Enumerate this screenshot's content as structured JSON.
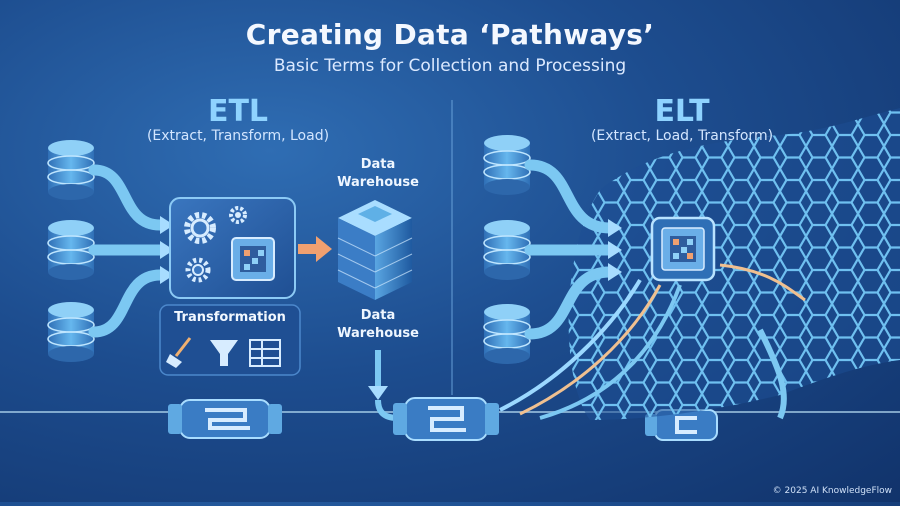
{
  "header": {
    "title": "Creating Data ‘Pathways’",
    "subtitle": "Basic Terms for Collection and Processing"
  },
  "etl": {
    "title": "ETL",
    "subtitle": "(Extract, Transform, Load)",
    "transformation_label": "Transformation",
    "warehouse_label_top": "Data\nWarehouse",
    "warehouse_label_bottom": "Data\nWarehouse"
  },
  "elt": {
    "title": "ELT",
    "subtitle": "(Extract, Load, Transform)"
  },
  "footer": {
    "copyright": "© 2025 AI KnowledgeFlow"
  },
  "colors": {
    "pipe": "#7cc8f2",
    "pipe_dark": "#3d8fcf",
    "accent_orange": "#f0a070",
    "panel": "#2a5ea6"
  },
  "icons": [
    "database-icon",
    "gear-icon",
    "chip-icon",
    "broom-icon",
    "funnel-icon",
    "table-icon",
    "building-icon",
    "connector-icon",
    "mesh-net-icon"
  ]
}
